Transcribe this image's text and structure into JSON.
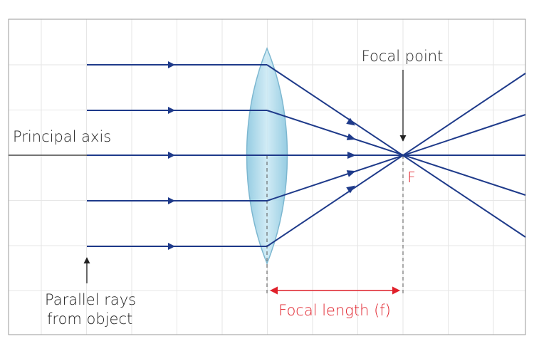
{
  "labels": {
    "focal_point": "Focal point",
    "principal_axis": "Principal axis",
    "f_marker": "F",
    "parallel_rays_line1": "Parallel rays",
    "parallel_rays_line2": "from object",
    "focal_length": "Focal length (f)"
  },
  "colors": {
    "ray": "#1e3a8a",
    "grid": "#e6e6e6",
    "frame": "#9a9a9a",
    "axis": "#222222",
    "text": "#222222",
    "accent": "#e0202a",
    "lens_fill": "#a9d8ea",
    "lens_edge": "#6fb0cc"
  },
  "icons": [
    "arrow-down-icon",
    "arrow-up-icon",
    "dimension-arrow-icon"
  ]
}
